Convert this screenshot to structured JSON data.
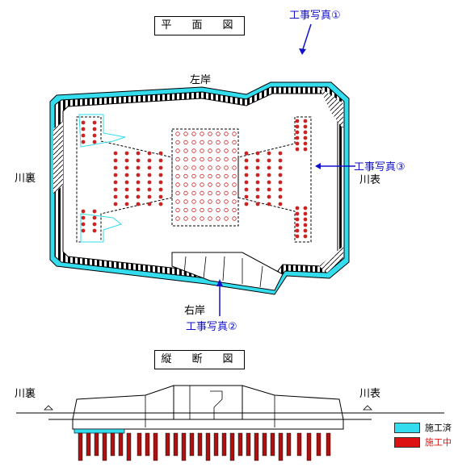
{
  "plan": {
    "title": "平　面　図",
    "bank_left": "左岸",
    "bank_right": "右岸",
    "river_back": "川裏",
    "river_front": "川表"
  },
  "photos": {
    "p1": "工事写真①",
    "p2": "工事写真②",
    "p3": "工事写真③"
  },
  "section": {
    "title": "縦　断　図",
    "river_back": "川裏",
    "river_front": "川表"
  },
  "legend": {
    "done": {
      "label": "施工済",
      "color": "#33ddee"
    },
    "in_progress": {
      "label": "施工中",
      "color": "#dd1111"
    }
  },
  "colors": {
    "photo_text": "#1010cc",
    "pile_done": "#cc2222",
    "pile_planned": "#cc2222",
    "wall_done": "#33ddee",
    "piles_progress": "#aa1111"
  }
}
